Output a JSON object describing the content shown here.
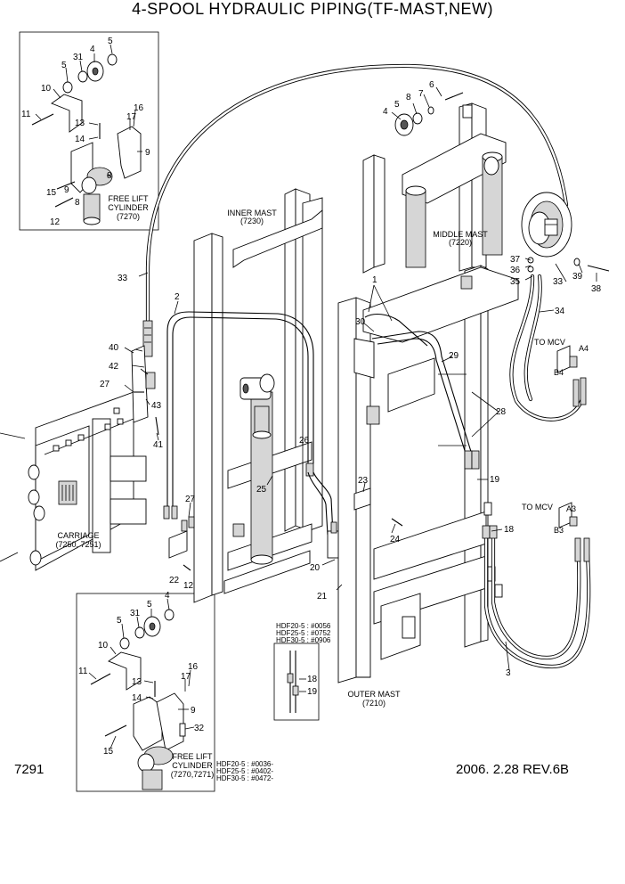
{
  "title": "4-SPOOL HYDRAULIC PIPING(TF-MAST,NEW)",
  "footer": {
    "page_code": "7291",
    "date_rev": "2006. 2.28  REV.6B"
  },
  "assemblies": {
    "inner_mast": {
      "name": "INNER MAST",
      "code": "(7230)"
    },
    "middle_mast": {
      "name": "MIDDLE MAST",
      "code": "(7220)"
    },
    "outer_mast": {
      "name": "OUTER MAST",
      "code": "(7210)"
    },
    "carriage": {
      "name": "CARRIAGE",
      "code": "(7250, 7251)"
    },
    "free_lift_top": {
      "line1": "FREE LIFT",
      "line2": "CYLINDER",
      "code": "(7270)"
    },
    "free_lift_bottom": {
      "line1": "FREE LIFT",
      "line2": "CYLINDER",
      "code": "(7270,7271)"
    }
  },
  "to_mcv_upper": {
    "label": "TO MCV",
    "port_a": "A4",
    "port_b": "B4"
  },
  "to_mcv_lower": {
    "label": "TO MCV",
    "port_a": "A3",
    "port_b": "B3"
  },
  "serial_note_mid": [
    "HDF20-5 : #0056",
    "HDF25-5 : #0752",
    "HDF30-5 : #0906"
  ],
  "serial_note_bottom": [
    "HDF20-5 : #0036-",
    "HDF25-5 : #0402-",
    "HDF30-5 : #0472-"
  ],
  "callouts": {
    "c1": "1",
    "c2": "2",
    "c3": "3",
    "c4a": "4",
    "c4b": "4",
    "c4c": "4",
    "c5a": "5",
    "c5b": "5",
    "c5c": "5",
    "c5d": "5",
    "c5e": "5",
    "c6": "6",
    "c7": "7",
    "c8a": "8",
    "c8b": "8",
    "c8c": "8",
    "c9a": "9",
    "c9b": "9",
    "c9c": "9",
    "c10a": "10",
    "c10b": "10",
    "c11a": "11",
    "c11b": "11",
    "c12a": "12",
    "c12b": "12",
    "c13a": "13",
    "c13b": "13",
    "c14a": "14",
    "c14b": "14",
    "c15a": "15",
    "c15b": "15",
    "c16a": "16",
    "c16b": "16",
    "c17a": "17",
    "c17b": "17",
    "c18a": "18",
    "c18b": "18",
    "c19a": "19",
    "c19b": "19",
    "c20": "20",
    "c21": "21",
    "c22": "22",
    "c23": "23",
    "c24": "24",
    "c25": "25",
    "c26": "26",
    "c27a": "27",
    "c27b": "27",
    "c28": "28",
    "c29": "29",
    "c30": "30",
    "c31a": "31",
    "c31b": "31",
    "c32": "32",
    "c33a": "33",
    "c33b": "33",
    "c35": "35",
    "c36": "36",
    "c37": "37",
    "c38": "38",
    "c39": "39",
    "c40": "40",
    "c41": "41",
    "c42": "42",
    "c43": "43",
    "c34": "34"
  }
}
